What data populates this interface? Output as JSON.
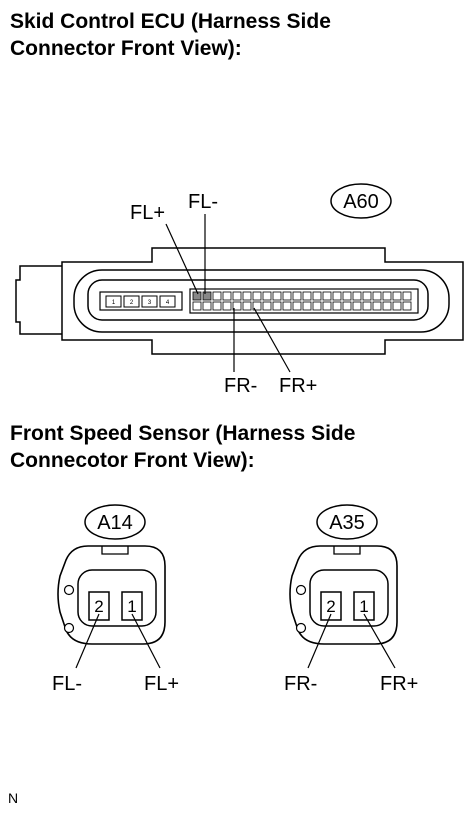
{
  "ecu": {
    "title_line1": "Skid Control ECU (Harness Side",
    "title_line2": "Connector Front View):",
    "connector_id": "A60",
    "small_pins": [
      "1",
      "2",
      "3",
      "4"
    ],
    "labels": {
      "fl_plus": "FL+",
      "fl_minus": "FL-",
      "fr_minus": "FR-",
      "fr_plus": "FR+"
    }
  },
  "sensor": {
    "title_line1": "Front Speed Sensor (Harness Side",
    "title_line2": "Connecotor Front View):",
    "left": {
      "id": "A14",
      "pins": [
        "2",
        "1"
      ],
      "labels": [
        "FL-",
        "FL+"
      ]
    },
    "right": {
      "id": "A35",
      "pins": [
        "2",
        "1"
      ],
      "labels": [
        "FR-",
        "FR+"
      ]
    }
  },
  "footer": {
    "code": "N"
  }
}
